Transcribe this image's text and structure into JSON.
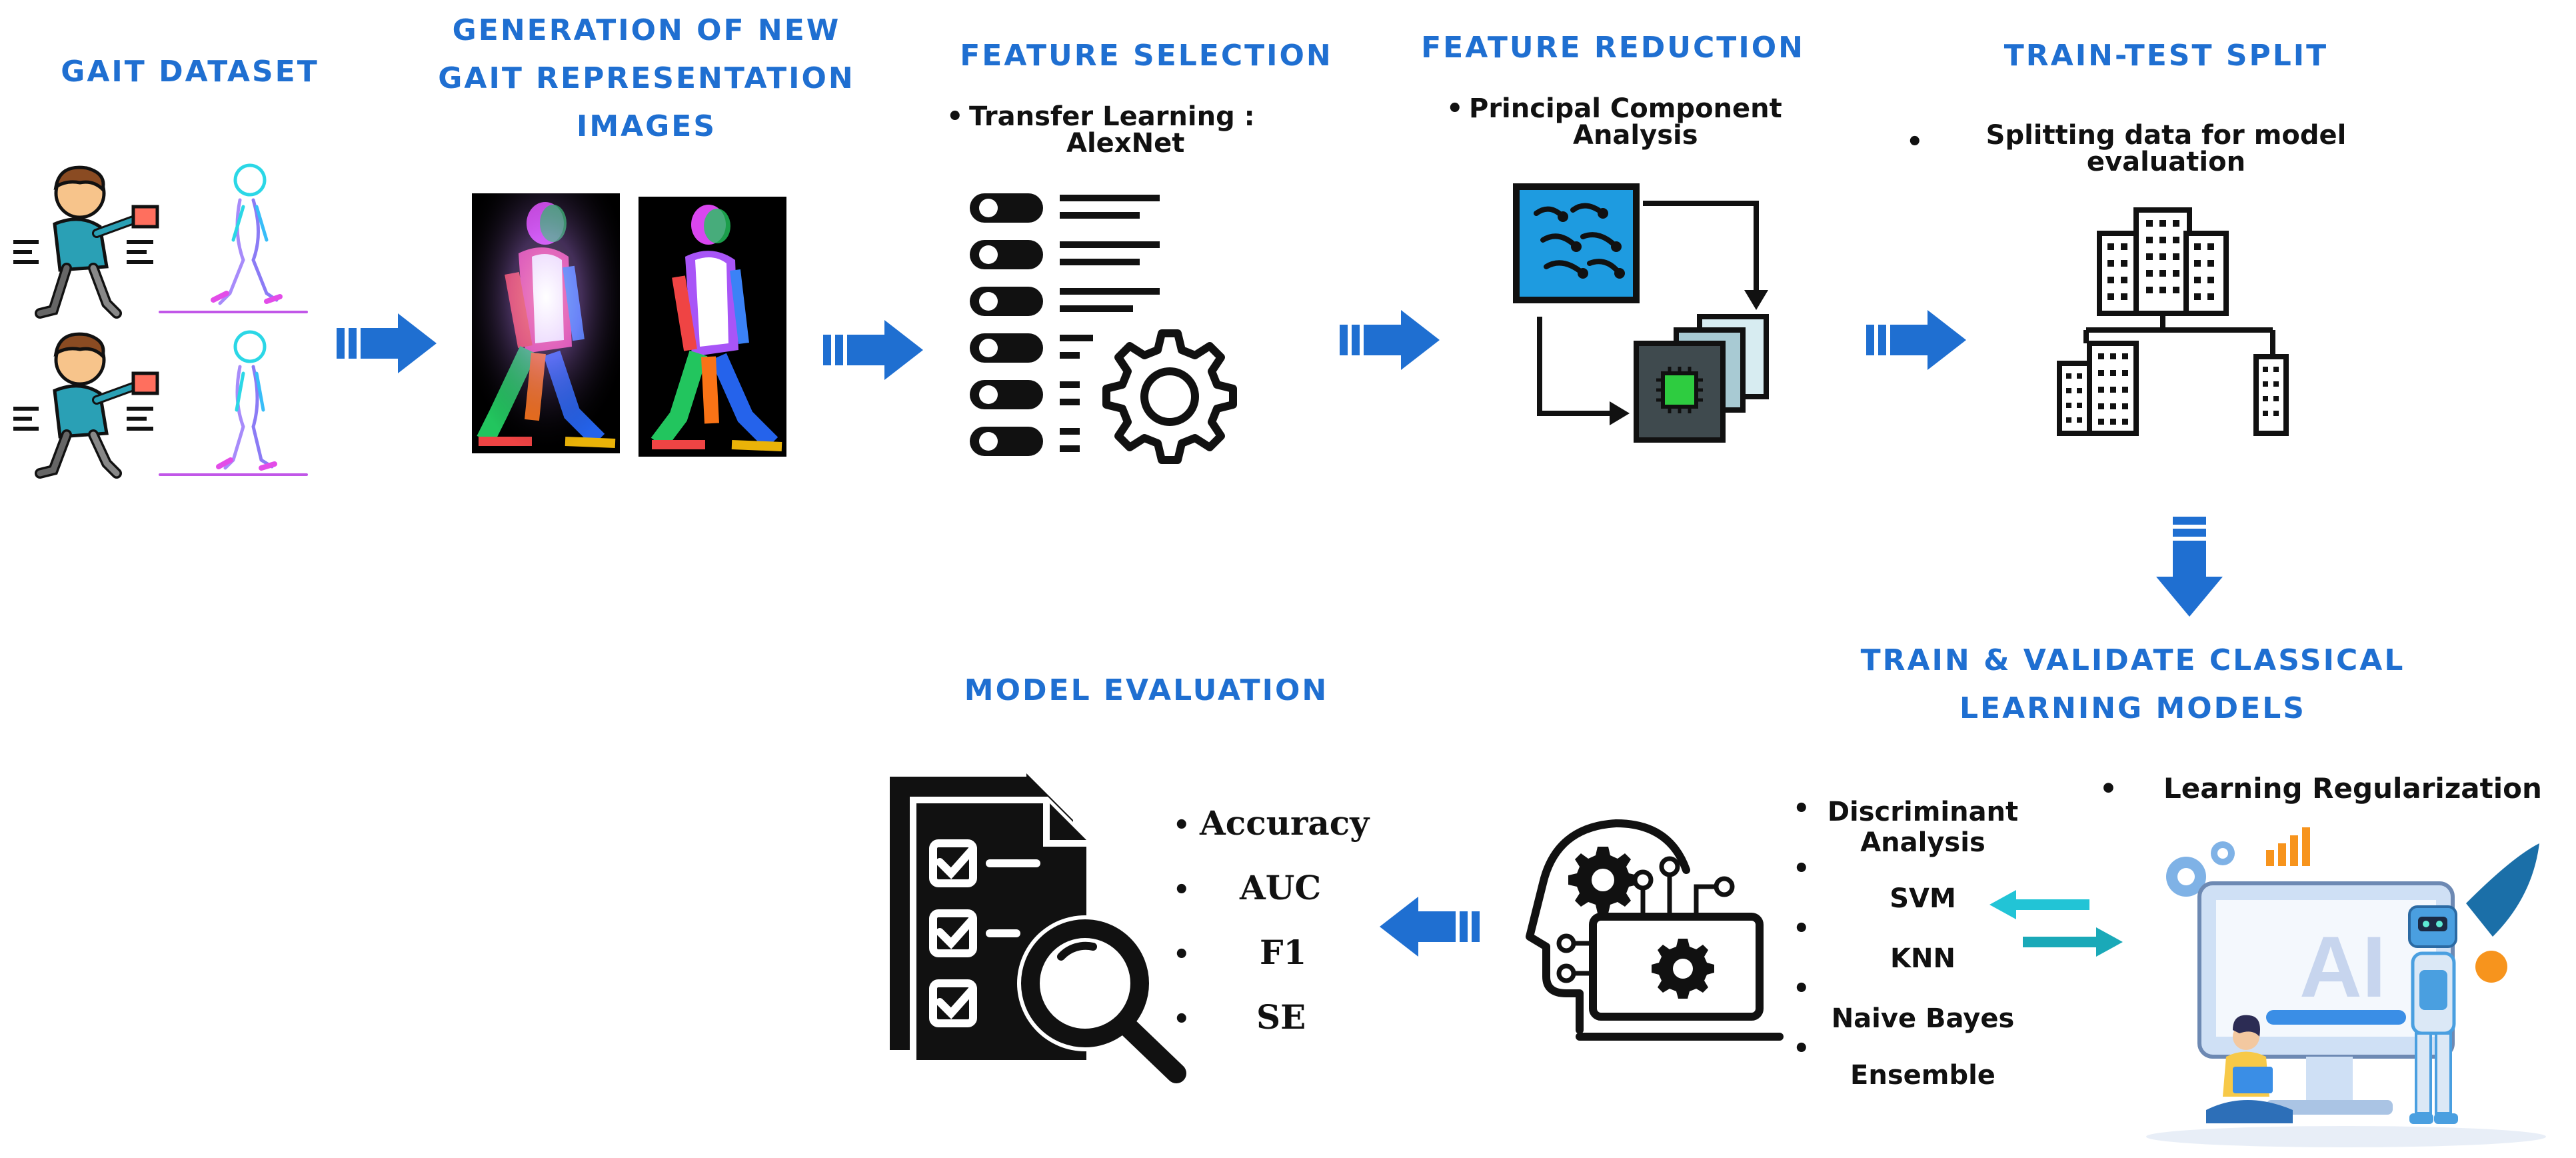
{
  "stages": {
    "gait_dataset": {
      "title_lines": [
        "GAIT DATASET"
      ]
    },
    "generation": {
      "title_lines": [
        "GENERATION OF NEW",
        "GAIT REPRESENTATION",
        "IMAGES"
      ]
    },
    "feature_selection": {
      "title_lines": [
        "FEATURE SELECTION"
      ],
      "bullet_lines": [
        "Transfer Learning :",
        "AlexNet"
      ]
    },
    "feature_reduction": {
      "title_lines": [
        "FEATURE REDUCTION"
      ],
      "bullet_lines": [
        "Principal Component",
        "Analysis"
      ]
    },
    "train_test_split": {
      "title_lines": [
        "TRAIN-TEST SPLIT"
      ],
      "bullet_lines": [
        "Splitting data for model",
        "evaluation"
      ]
    },
    "train_validate": {
      "title_lines": [
        "TRAIN & VALIDATE CLASSICAL",
        "LEARNING MODELS"
      ],
      "classifiers": [
        "Discriminant Analysis",
        "SVM",
        "KNN",
        "Naive Bayes",
        "Ensemble"
      ],
      "regularization": "Learning Regularization",
      "ai_label": "AI"
    },
    "model_evaluation": {
      "title_lines": [
        "MODEL EVALUATION"
      ],
      "metrics": [
        "Accuracy",
        "AUC",
        "F1",
        "SE"
      ]
    }
  },
  "colors": {
    "heading": "#1f6fd1",
    "arrow": "#1f6fd1",
    "cyan_arrow": "#22c4d6",
    "teal_arrow": "#1aa9b8",
    "icon": "#111111",
    "pca_blue": "#1e9be0",
    "chip_green": "#2ecc40"
  },
  "icons": [
    "walking-person-icon",
    "gait-silhouette-icon",
    "gait-energy-image",
    "feature-list-gear-icon",
    "pca-flow-icon",
    "hierarchy-buildings-icon",
    "ai-head-gear-laptop-icon",
    "ai-robot-illustration",
    "checklist-magnifier-icon",
    "flow-arrow-icon"
  ]
}
